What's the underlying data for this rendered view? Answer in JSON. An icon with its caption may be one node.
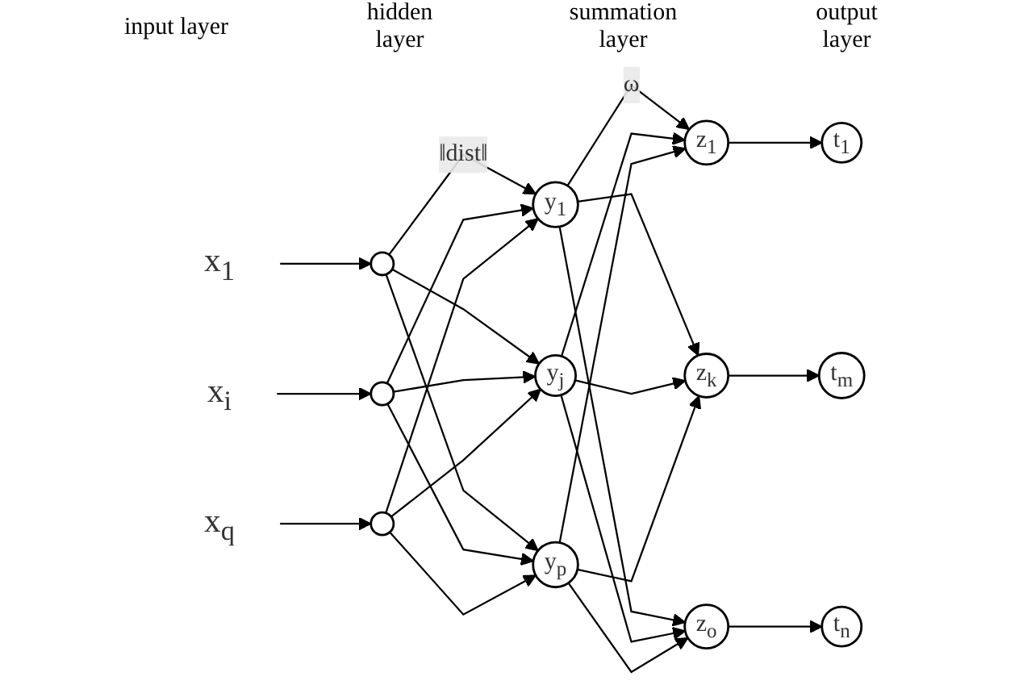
{
  "diagram": {
    "nodes": [
      {
        "text": [
          "x$_{1}$"
        ]
      },
      {
        "text": [
          "x$_{i}$"
        ]
      },
      {
        "text": [
          "x$_{q}$"
        ]
      },
      {
        "text": [],
        "shape": "circle"
      },
      {
        "text": [],
        "shape": "circle"
      },
      {
        "text": [],
        "shape": "circle"
      },
      {
        "text": [
          "y$_{1}$"
        ]
      },
      {
        "text": [
          "y$_{j}$"
        ]
      },
      {
        "text": [
          "y$_{p}$"
        ]
      },
      {
        "text": [
          "z$_{1}$"
        ]
      },
      {
        "text": [
          "z$_{k}$"
        ]
      },
      {
        "text": [
          "z$_{o}$"
        ]
      },
      {
        "text": [
          "t$_{1}$"
        ]
      },
      {
        "text": [
          "t$_{m}$"
        ]
      },
      {
        "text": [
          "t$_{n}$"
        ]
      }
    ],
    "edges": [
      {
        "from": 0,
        "to": 3,
        "arrow": "to"
      },
      {
        "from": 1,
        "to": 4,
        "arrow": "to"
      },
      {
        "from": 2,
        "to": 5,
        "arrow": "to"
      },
      {
        "from": 3,
        "to": 6,
        "arrow": "to",
        "label": "‖dist‖"
      },
      {
        "from": 3,
        "to": 7,
        "arrow": "to"
      },
      {
        "from": 3,
        "to": 8,
        "arrow": "to"
      },
      {
        "from": 4,
        "to": 6,
        "arrow": "to"
      },
      {
        "from": 4,
        "to": 7,
        "arrow": "to"
      },
      {
        "from": 4,
        "to": 8,
        "arrow": "to"
      },
      {
        "from": 5,
        "to": 6,
        "arrow": "to"
      },
      {
        "from": 5,
        "to": 7,
        "arrow": "to"
      },
      {
        "from": 5,
        "to": 8,
        "arrow": "to"
      },
      {
        "from": 6,
        "to": 9,
        "arrow": "to",
        "label": "ω"
      },
      {
        "from": 6,
        "to": 10,
        "arrow": "to"
      },
      {
        "from": 6,
        "to": 11,
        "arrow": "to"
      },
      {
        "from": 7,
        "to": 9,
        "arrow": "to"
      },
      {
        "from": 7,
        "to": 10,
        "arrow": "to"
      },
      {
        "from": 7,
        "to": 11,
        "arrow": "to"
      },
      {
        "from": 8,
        "to": 9,
        "arrow": "to"
      },
      {
        "from": 8,
        "to": 10,
        "arrow": "to"
      },
      {
        "from": 8,
        "to": 11,
        "arrow": "to"
      },
      {
        "from": 9,
        "to": 12,
        "arrow": "to"
      },
      {
        "from": 10,
        "to": 13,
        "arrow": "to"
      },
      {
        "from": 11,
        "to": 14,
        "arrow": "to"
      }
    ],
    "labels": [
      "input layer",
      "hidden layer",
      "summation layer",
      "output layer"
    ]
  }
}
